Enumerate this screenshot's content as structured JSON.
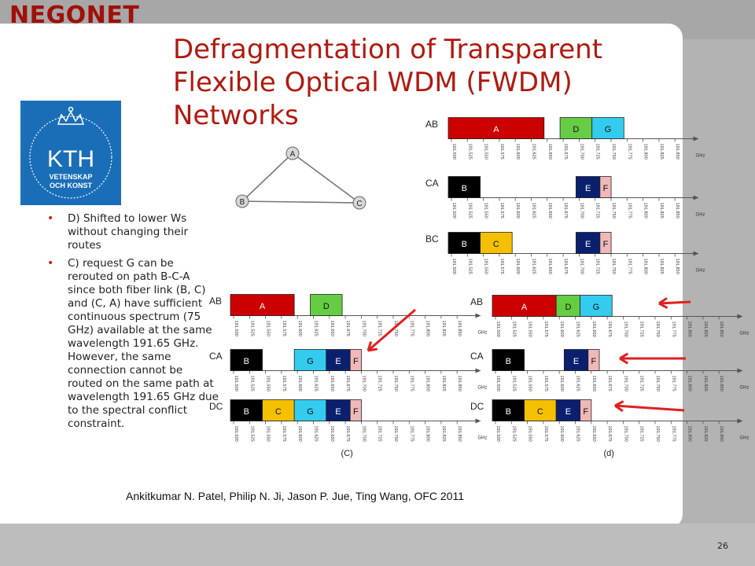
{
  "header": {
    "brand": "NEGONET"
  },
  "slide": {
    "title_lines": [
      "Defragmentation of Transparent",
      "Flexible Optical WDM (FWDM)",
      "Networks"
    ],
    "bullets": [
      "D) Shifted to lower Ws without changing their routes",
      "C) request G can be rerouted on path B-C-A since both fiber link (B, C) and (C, A) have sufficient continuous spectrum (75 GHz) available at the same wavelength 191.65 GHz. However, the same connection cannot be routed on the same path at wavelength 191.65 GHz due to the spectral conflict constraint."
    ],
    "citation": "Ankitkumar N. Patel, Philip N. Ji, Jason P. Jue, Ting Wang, OFC 2011",
    "page_number": "26"
  },
  "logo": {
    "text": "KTH",
    "sub1": "VETENSKAP",
    "sub2": "OCH KONST",
    "color": "#1a6eb8"
  },
  "topology": {
    "nodes": [
      "A",
      "B",
      "C"
    ]
  },
  "figure": {
    "axis_unit": "GHz",
    "ticks": [
      "191.500",
      "191.525",
      "191.550",
      "191.575",
      "191.600",
      "191.625",
      "191.650",
      "191.675",
      "191.700",
      "191.725",
      "191.750",
      "191.775",
      "191.800",
      "191.825",
      "191.850"
    ],
    "colors": {
      "A": "#cc0000",
      "B": "#000000",
      "C": "#f5c000",
      "D": "#66cc44",
      "E": "#0a1f6e",
      "F": "#f0b8b8",
      "G": "#33ccee"
    },
    "panels": [
      {
        "id": "top",
        "caption": "",
        "links": [
          {
            "label": "AB",
            "blocks": [
              {
                "req": "A",
                "start": 0,
                "width": 6
              },
              {
                "req": "D",
                "start": 7,
                "width": 2
              },
              {
                "req": "G",
                "start": 9,
                "width": 2
              }
            ]
          },
          {
            "label": "CA",
            "blocks": [
              {
                "req": "B",
                "start": 0,
                "width": 2
              },
              {
                "req": "E",
                "start": 8,
                "width": 1.5
              },
              {
                "req": "F",
                "start": 9.5,
                "width": 0.7
              }
            ]
          },
          {
            "label": "BC",
            "blocks": [
              {
                "req": "B",
                "start": 0,
                "width": 2
              },
              {
                "req": "C",
                "start": 2,
                "width": 2
              },
              {
                "req": "E",
                "start": 8,
                "width": 1.5
              },
              {
                "req": "F",
                "start": 9.5,
                "width": 0.7
              }
            ]
          }
        ]
      },
      {
        "id": "c",
        "caption": "(C)",
        "links": [
          {
            "label": "AB",
            "blocks": [
              {
                "req": "A",
                "start": 0,
                "width": 4
              },
              {
                "req": "D",
                "start": 5,
                "width": 2
              }
            ]
          },
          {
            "label": "CA",
            "blocks": [
              {
                "req": "B",
                "start": 0,
                "width": 2
              },
              {
                "req": "G",
                "start": 4,
                "width": 2
              },
              {
                "req": "E",
                "start": 6,
                "width": 1.5
              },
              {
                "req": "F",
                "start": 7.5,
                "width": 0.7
              }
            ]
          },
          {
            "label": "DC",
            "blocks": [
              {
                "req": "B",
                "start": 0,
                "width": 2
              },
              {
                "req": "C",
                "start": 2,
                "width": 2
              },
              {
                "req": "G",
                "start": 4,
                "width": 2
              },
              {
                "req": "E",
                "start": 6,
                "width": 1.5
              },
              {
                "req": "F",
                "start": 7.5,
                "width": 0.7
              }
            ]
          }
        ]
      },
      {
        "id": "d",
        "caption": "(d)",
        "links": [
          {
            "label": "AB",
            "blocks": [
              {
                "req": "A",
                "start": 0,
                "width": 4
              },
              {
                "req": "D",
                "start": 4,
                "width": 1.5
              },
              {
                "req": "G",
                "start": 5.5,
                "width": 2
              }
            ]
          },
          {
            "label": "CA",
            "blocks": [
              {
                "req": "B",
                "start": 0,
                "width": 2
              },
              {
                "req": "E",
                "start": 4.5,
                "width": 1.5
              },
              {
                "req": "F",
                "start": 6,
                "width": 0.7
              }
            ]
          },
          {
            "label": "DC",
            "blocks": [
              {
                "req": "B",
                "start": 0,
                "width": 2
              },
              {
                "req": "C",
                "start": 2,
                "width": 2
              },
              {
                "req": "E",
                "start": 4,
                "width": 1.5
              },
              {
                "req": "F",
                "start": 5.5,
                "width": 0.7
              }
            ]
          }
        ]
      }
    ]
  }
}
